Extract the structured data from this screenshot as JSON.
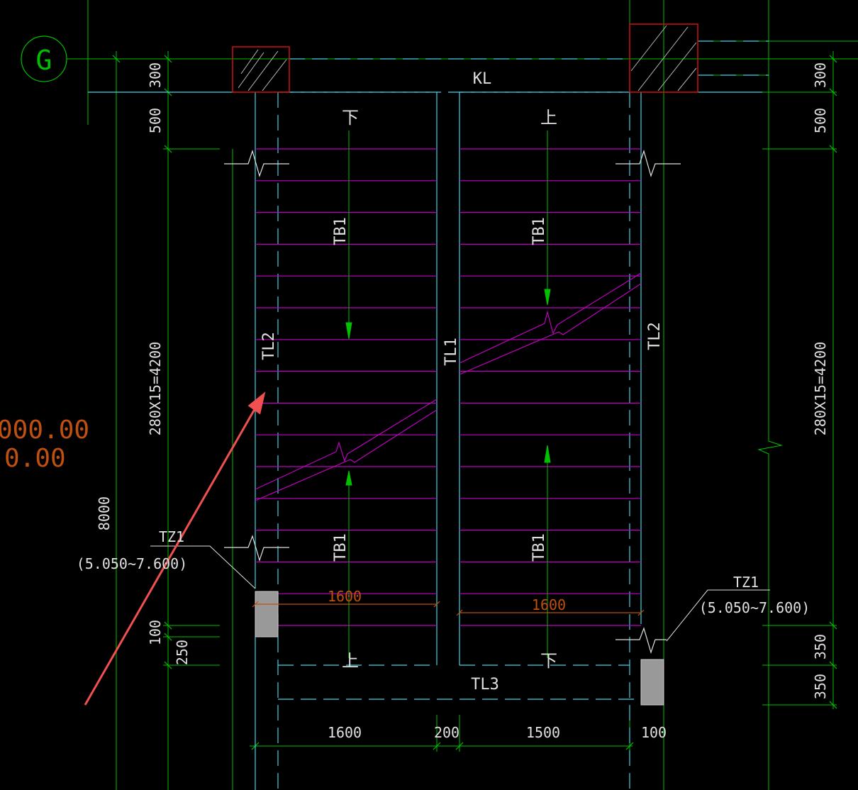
{
  "grid_axis": {
    "label": "G"
  },
  "beams": {
    "top": "KL",
    "center": "TL1",
    "left": "TL2",
    "right": "TL2",
    "bottom": "TL3"
  },
  "slabs": {
    "upper_left": "TB1",
    "upper_right": "TB1",
    "lower_left": "TB1",
    "lower_right": "TB1"
  },
  "stair_direction": {
    "upper_left": "下",
    "upper_right": "上",
    "lower_left": "上",
    "lower_right": "下"
  },
  "columns": {
    "left": {
      "label": "TZ1",
      "elev": "(5.050~7.600)"
    },
    "right": {
      "label": "TZ1",
      "elev": "(5.050~7.600)"
    }
  },
  "dimensions": {
    "left": {
      "d300": "300",
      "d500": "500",
      "run": "280X15=4200",
      "total": "8000",
      "d100": "100",
      "d250": "250"
    },
    "right": {
      "d300": "300",
      "d500": "500",
      "run": "280X15=4200",
      "d350a": "350",
      "d350b": "350"
    },
    "bottom": {
      "d1600": "1600",
      "d200": "200",
      "d1500": "1500",
      "d100": "100"
    },
    "orange_widths": {
      "left": "1600",
      "right": "1600"
    }
  },
  "cutoff_text": {
    "line1": "000.00",
    "line2": "0.00"
  },
  "colors": {
    "background": "#000000",
    "grid_green": "#00c000",
    "dim_green": "#00e000",
    "cyan": "#3fd3e6",
    "magenta": "#c000c0",
    "red": "#d01010",
    "orange": "#c05010",
    "white": "#e0e0e0",
    "arrow": "#f05050"
  }
}
